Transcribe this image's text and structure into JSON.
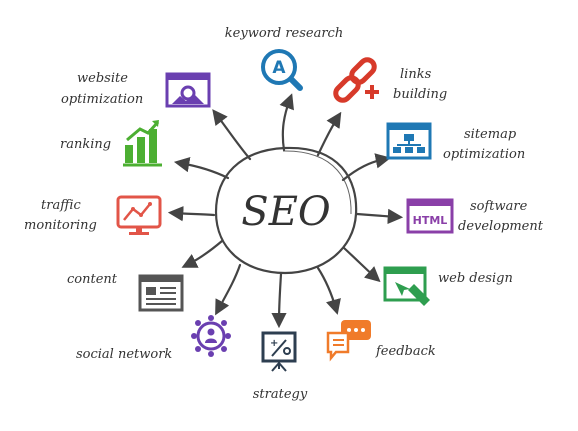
{
  "center": {
    "label": "SEO"
  },
  "labels": {
    "keyword_research": "keyword research",
    "links_building_1": "links",
    "links_building_2": "building",
    "website_optimization_1": "website",
    "website_optimization_2": "optimization",
    "sitemap_optimization_1": "sitemap",
    "sitemap_optimization_2": "optimization",
    "ranking": "ranking",
    "traffic_monitoring_1": "traffic",
    "traffic_monitoring_2": "monitoring",
    "software_development_1": "software",
    "software_development_2": "development",
    "content": "content",
    "web_design": "web design",
    "social_network": "social network",
    "feedback": "feedback",
    "strategy": "strategy",
    "html_badge": "HTML"
  },
  "icons": [
    {
      "name": "magnifier-a-icon",
      "color": "#1f78b4"
    },
    {
      "name": "broken-link-icon",
      "color": "#d73a2a"
    },
    {
      "name": "website-settings-icon",
      "color": "#6a3fb0"
    },
    {
      "name": "sitemap-icon",
      "color": "#1f78b4"
    },
    {
      "name": "bar-chart-icon",
      "color": "#4caf32"
    },
    {
      "name": "monitor-graph-icon",
      "color": "#e25548"
    },
    {
      "name": "html-window-icon",
      "color": "#8a3fa8"
    },
    {
      "name": "content-window-icon",
      "color": "#555555"
    },
    {
      "name": "web-design-icon",
      "color": "#2e9e4f"
    },
    {
      "name": "social-network-icon",
      "color": "#6a3fb0"
    },
    {
      "name": "feedback-bubbles-icon",
      "color": "#f07b2a"
    },
    {
      "name": "strategy-board-icon",
      "color": "#2d3e50"
    }
  ]
}
